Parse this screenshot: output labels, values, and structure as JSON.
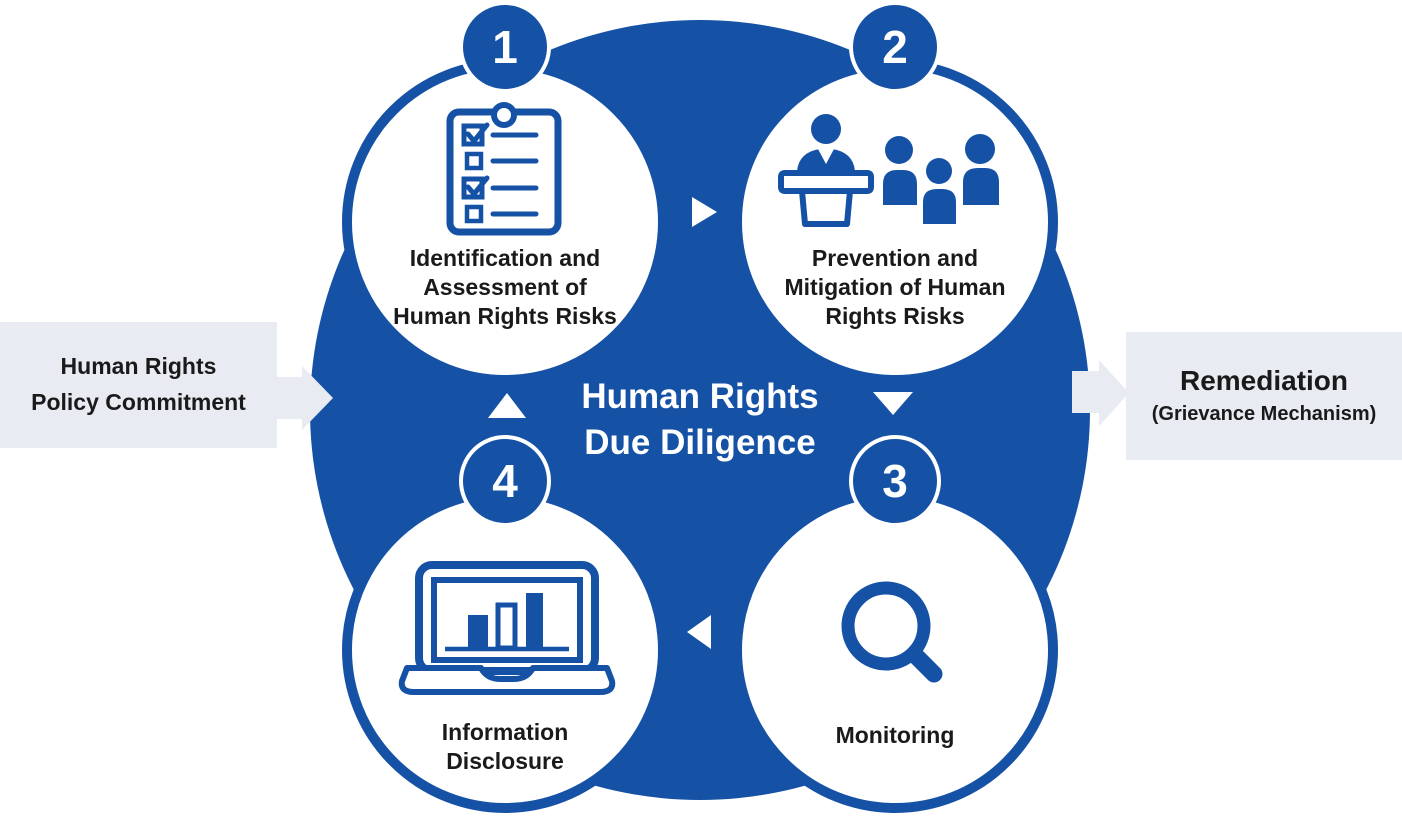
{
  "colors": {
    "primary_blue": "#1552A6",
    "light_panel": "#E8EBF2",
    "dark_text": "#1A1A1A",
    "white": "#FFFFFF"
  },
  "center": {
    "title": "Human Rights\nDue Diligence"
  },
  "left_panel": {
    "label": "Human Rights\nPolicy Commitment"
  },
  "right_panel": {
    "title": "Remediation",
    "subtitle": "(Grievance Mechanism)"
  },
  "steps": [
    {
      "number": "1",
      "label": "Identification and\nAssessment of\nHuman Rights Risks",
      "icon": "checklist-icon"
    },
    {
      "number": "2",
      "label": "Prevention and\nMitigation of Human\nRights Risks",
      "icon": "presentation-audience-icon"
    },
    {
      "number": "3",
      "label": "Monitoring",
      "icon": "magnifier-icon"
    },
    {
      "number": "4",
      "label": "Information\nDisclosure",
      "icon": "laptop-chart-icon"
    }
  ]
}
